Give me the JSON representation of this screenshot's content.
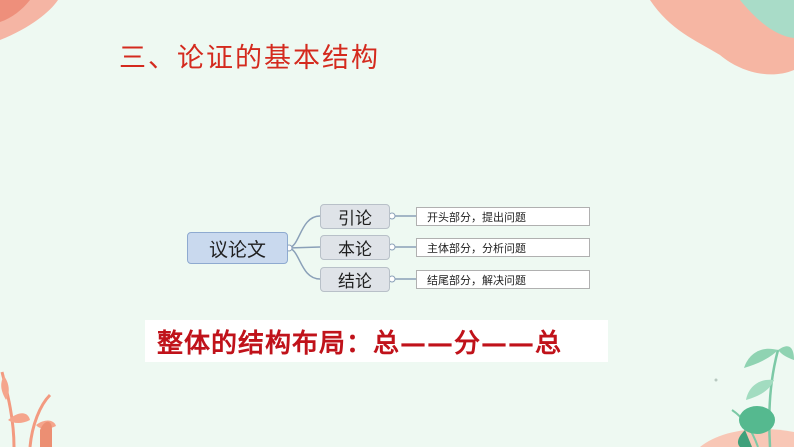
{
  "slide": {
    "title": "三、论证的基本结构",
    "mindmap": {
      "root": "议论文",
      "branches": [
        {
          "label": "引论",
          "detail": "开头部分，提出问题"
        },
        {
          "label": "本论",
          "detail": "主体部分，分析问题"
        },
        {
          "label": "结论",
          "detail": "结尾部分，解决问题"
        }
      ]
    },
    "conclusion": "整体的结构布局：总——分——总"
  },
  "colors": {
    "background": "#eef9f2",
    "title": "#d42a1e",
    "conclusion": "#c0121a",
    "root_fill": "#c9d9ee",
    "branch_fill": "#dfe3e8",
    "corner_blob": "#f7b8a6"
  }
}
